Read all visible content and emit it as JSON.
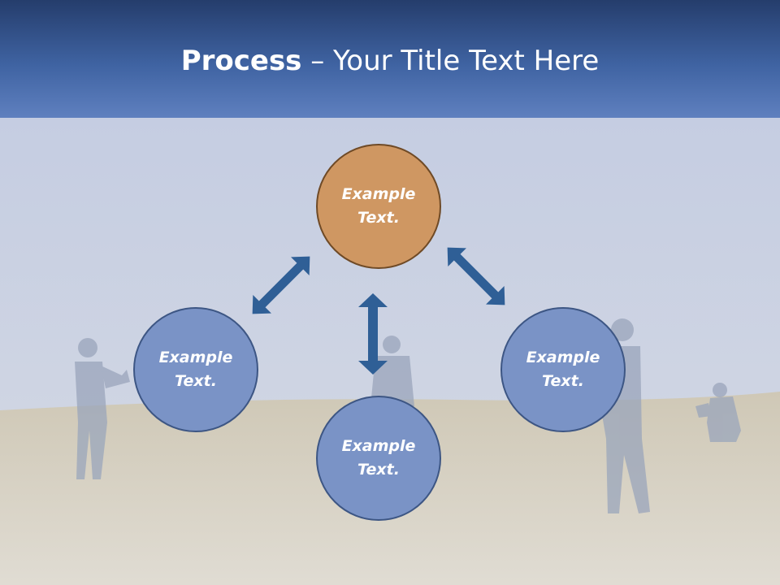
{
  "slide": {
    "title_bold": "Process",
    "title_rest": " – Your Title Text Here"
  },
  "nodes": {
    "top": {
      "line1": "Example",
      "line2": "Text."
    },
    "left": {
      "line1": "Example",
      "line2": "Text."
    },
    "right": {
      "line1": "Example",
      "line2": "Text."
    },
    "bottom": {
      "line1": "Example",
      "line2": "Text."
    }
  },
  "colors": {
    "header_dark": "#253d6c",
    "header_light": "#5f80bf",
    "sky": "#c9d1e4",
    "field": "#d8d2c4",
    "accent_orange": "#cf9762",
    "node_blue": "#7a93c6",
    "arrow_blue": "#2f5f96"
  }
}
